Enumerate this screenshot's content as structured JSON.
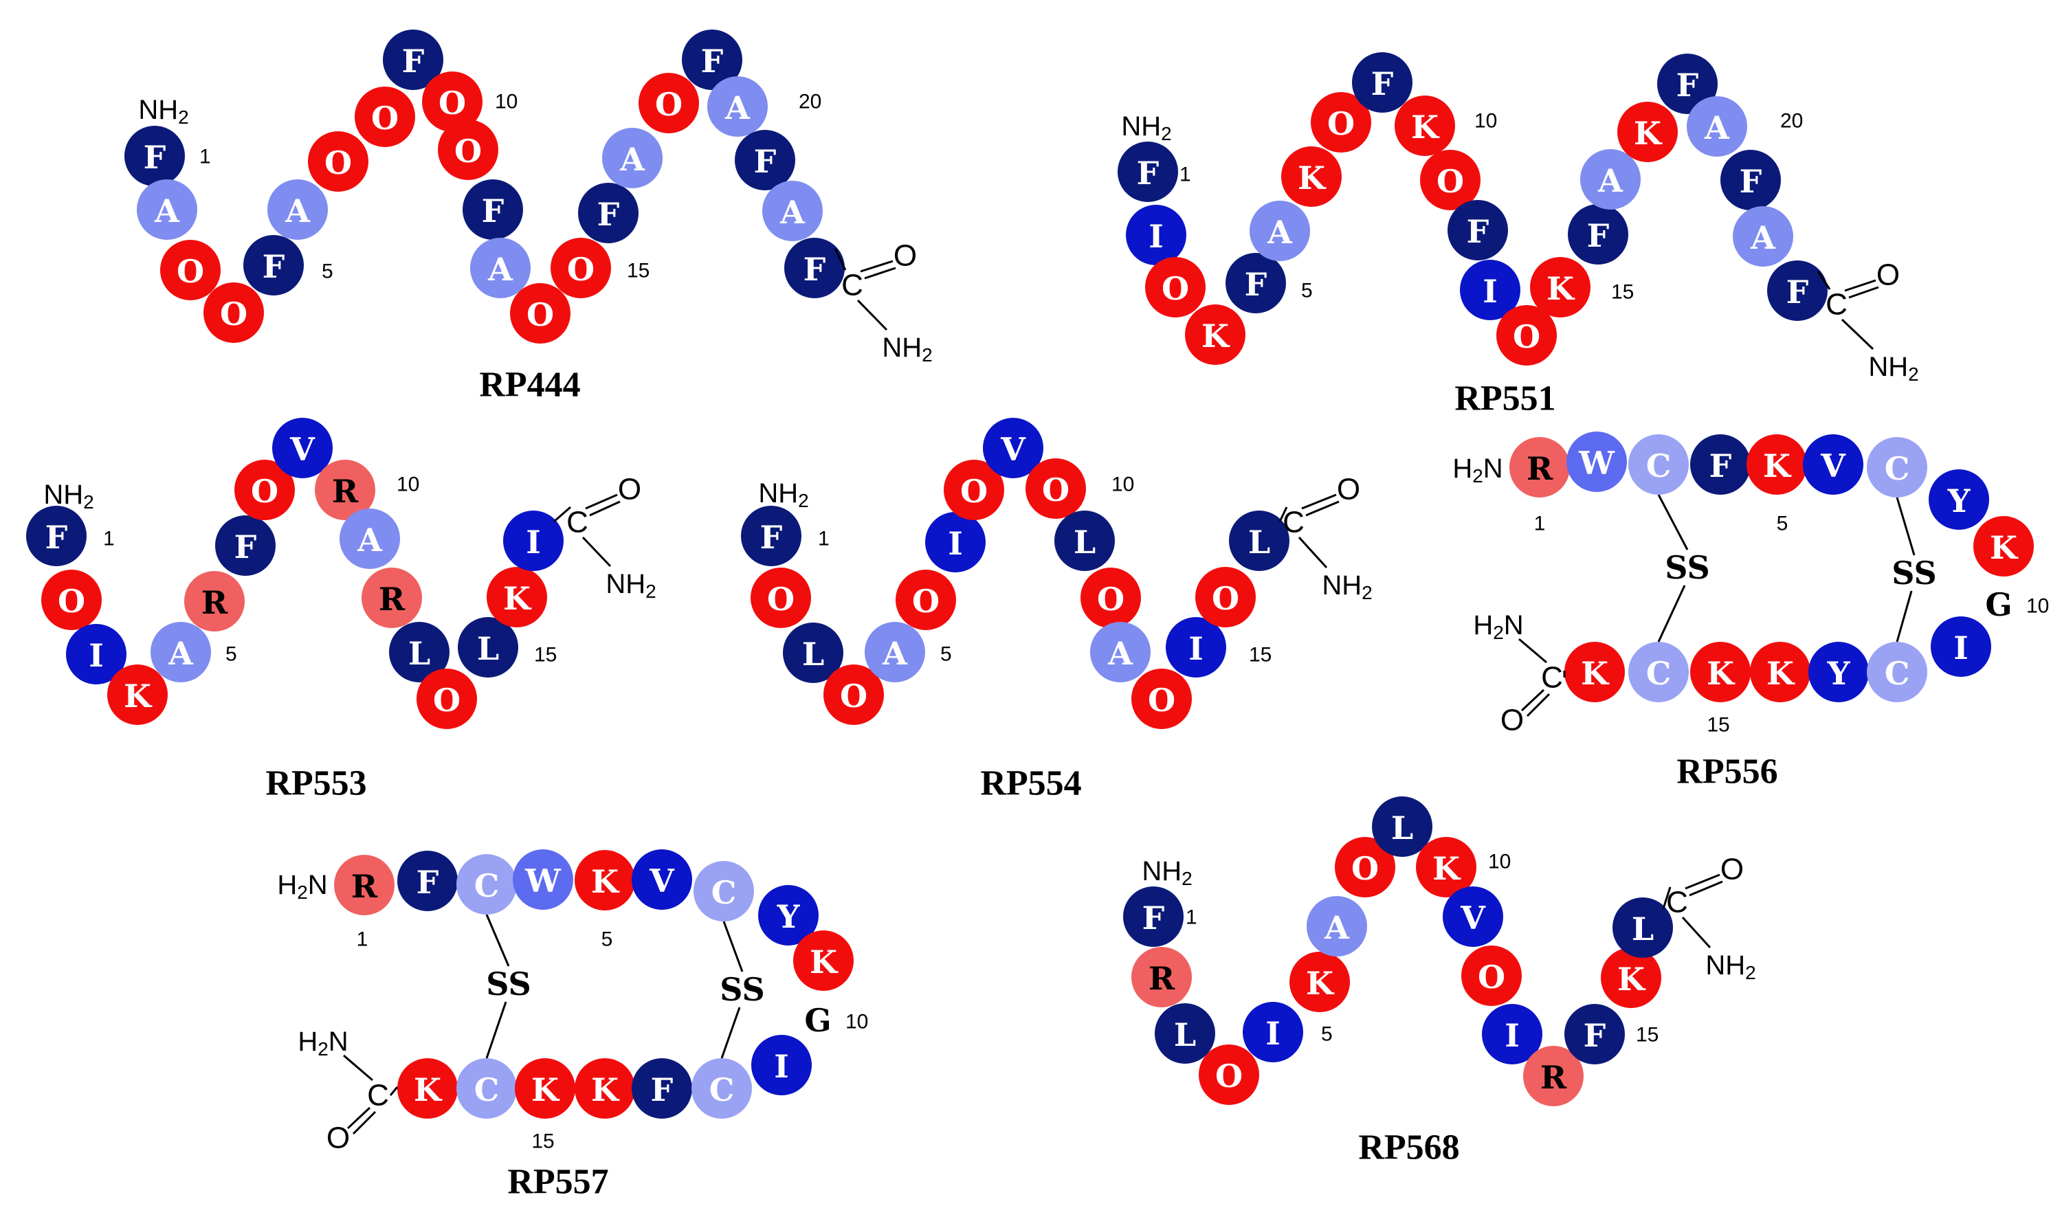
{
  "colors": {
    "F": "#0b1a78",
    "I": "#0a14c8",
    "V": "#0a14c8",
    "Y": "#0a14c8",
    "L": "#0b1a78",
    "A": "#7f8cf0",
    "W": "#5d6bf0",
    "C": "#9aa2f4",
    "O": "#f20d0d",
    "K": "#f20d0d",
    "R": "#f06060"
  },
  "dark_letters": [
    "R"
  ],
  "peptides": [
    {
      "id": "rp444",
      "title": "RP444",
      "sequence": [
        "F",
        "A",
        "O",
        "O",
        "F",
        "A",
        "O",
        "O",
        "F",
        "O",
        "O",
        "F",
        "A",
        "O",
        "O",
        "F",
        "A",
        "O",
        "F",
        "A",
        "F",
        "A",
        "F"
      ],
      "number_labels": [
        {
          "text": "1",
          "res": 0
        },
        {
          "text": "5",
          "res": 4
        },
        {
          "text": "10",
          "res": 9
        },
        {
          "text": "15",
          "res": 14
        },
        {
          "text": "20",
          "res": 19
        }
      ],
      "n_term": "NH2",
      "c_term": {
        "c": "C",
        "o": "O",
        "n": "NH2"
      }
    },
    {
      "id": "rp551",
      "title": "RP551",
      "sequence": [
        "F",
        "I",
        "O",
        "K",
        "F",
        "A",
        "K",
        "O",
        "F",
        "K",
        "O",
        "F",
        "I",
        "O",
        "K",
        "F",
        "A",
        "K",
        "F",
        "A",
        "F",
        "A",
        "F"
      ],
      "number_labels": [
        {
          "text": "1",
          "res": 0
        },
        {
          "text": "5",
          "res": 4
        },
        {
          "text": "10",
          "res": 9
        },
        {
          "text": "15",
          "res": 14
        },
        {
          "text": "20",
          "res": 19
        }
      ],
      "n_term": "NH2",
      "c_term": {
        "c": "C",
        "o": "O",
        "n": "NH2"
      }
    },
    {
      "id": "rp553",
      "title": "RP553",
      "sequence": [
        "F",
        "O",
        "I",
        "K",
        "A",
        "R",
        "F",
        "O",
        "V",
        "R",
        "A",
        "R",
        "L",
        "O",
        "L",
        "K",
        "I"
      ],
      "number_labels": [
        {
          "text": "1",
          "res": 0
        },
        {
          "text": "5",
          "res": 4
        },
        {
          "text": "10",
          "res": 9
        },
        {
          "text": "15",
          "res": 14
        }
      ],
      "n_term": "NH2",
      "c_term": {
        "c": "C",
        "o": "O",
        "n": "NH2"
      }
    },
    {
      "id": "rp554",
      "title": "RP554",
      "sequence": [
        "F",
        "O",
        "L",
        "O",
        "A",
        "O",
        "I",
        "O",
        "V",
        "O",
        "L",
        "O",
        "A",
        "O",
        "I",
        "O",
        "L"
      ],
      "number_labels": [
        {
          "text": "1",
          "res": 0
        },
        {
          "text": "5",
          "res": 4
        },
        {
          "text": "10",
          "res": 9
        },
        {
          "text": "15",
          "res": 14
        }
      ],
      "n_term": "NH2",
      "c_term": {
        "c": "C",
        "o": "O",
        "n": "NH2"
      }
    },
    {
      "id": "rp556",
      "title": "RP556",
      "top": [
        "R",
        "W",
        "C",
        "F",
        "K",
        "V",
        "C",
        "Y",
        "K"
      ],
      "bottom": [
        "K",
        "C",
        "K",
        "K",
        "Y",
        "C",
        "I"
      ],
      "glycine": "G",
      "disulfide": "SS",
      "number_labels": [
        {
          "text": "1"
        },
        {
          "text": "5"
        },
        {
          "text": "10"
        },
        {
          "text": "15"
        }
      ],
      "n_term": "H2N",
      "c_term": {
        "n": "H2N",
        "c": "C",
        "o": "O"
      }
    },
    {
      "id": "rp557",
      "title": "RP557",
      "top": [
        "R",
        "F",
        "C",
        "W",
        "K",
        "V",
        "C",
        "Y",
        "K"
      ],
      "bottom": [
        "K",
        "C",
        "K",
        "K",
        "F",
        "C",
        "I"
      ],
      "glycine": "G",
      "disulfide": "SS",
      "number_labels": [
        {
          "text": "1"
        },
        {
          "text": "5"
        },
        {
          "text": "10"
        },
        {
          "text": "15"
        }
      ],
      "n_term": "H2N",
      "c_term": {
        "n": "H2N",
        "c": "C",
        "o": "O"
      }
    },
    {
      "id": "rp568",
      "title": "RP568",
      "sequence": [
        "F",
        "R",
        "L",
        "O",
        "I",
        "K",
        "A",
        "O",
        "L",
        "K",
        "V",
        "O",
        "I",
        "R",
        "F",
        "K",
        "L"
      ],
      "number_labels": [
        {
          "text": "1",
          "res": 0
        },
        {
          "text": "5",
          "res": 4
        },
        {
          "text": "10",
          "res": 9
        },
        {
          "text": "15",
          "res": 14
        }
      ],
      "n_term": "NH2",
      "c_term": {
        "c": "C",
        "o": "O",
        "n": "NH2"
      }
    }
  ]
}
